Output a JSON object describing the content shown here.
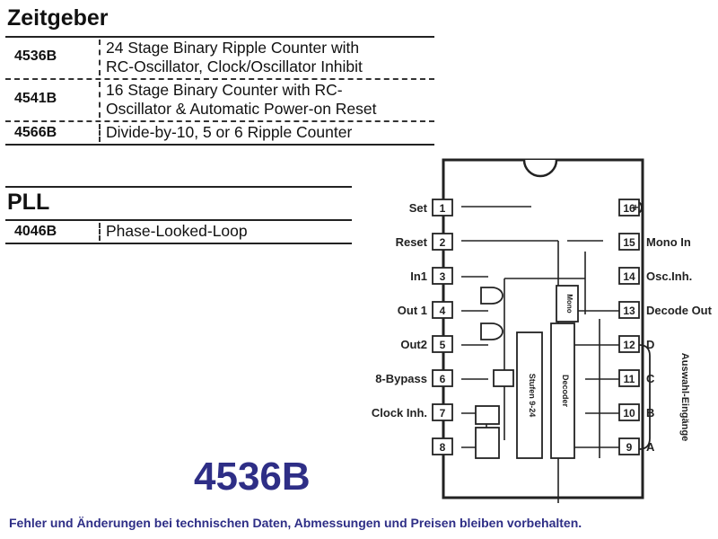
{
  "sections": {
    "zeitgeber": {
      "title": "Zeitgeber",
      "rows": [
        {
          "part": "4536B",
          "desc_line1": "24 Stage Binary Ripple Counter with",
          "desc_line2": "RC-Oscillator, Clock/Oscillator Inhibit"
        },
        {
          "part": "4541B",
          "desc_line1": "16 Stage Binary Counter with RC-",
          "desc_line2": "Oscillator & Automatic Power-on Reset"
        },
        {
          "part": "4566B",
          "desc_line1": "Divide-by-10, 5 or 6 Ripple Counter"
        }
      ]
    },
    "pll": {
      "title": "PLL",
      "rows": [
        {
          "part": "4046B",
          "desc_line1": "Phase-Looked-Loop"
        }
      ]
    }
  },
  "chip": {
    "left_pins": [
      {
        "num": "1",
        "label": "Set"
      },
      {
        "num": "2",
        "label": "Reset"
      },
      {
        "num": "3",
        "label": "In1"
      },
      {
        "num": "4",
        "label": "Out 1"
      },
      {
        "num": "5",
        "label": "Out2"
      },
      {
        "num": "6",
        "label": "8-Bypass"
      },
      {
        "num": "7",
        "label": "Clock Inh."
      },
      {
        "num": "8",
        "label": ""
      }
    ],
    "right_pins": [
      {
        "num": "16",
        "label": "+"
      },
      {
        "num": "15",
        "label": "Mono In"
      },
      {
        "num": "14",
        "label": "Osc.Inh."
      },
      {
        "num": "13",
        "label": "Decode Out"
      },
      {
        "num": "12",
        "label": "D"
      },
      {
        "num": "11",
        "label": "C"
      },
      {
        "num": "10",
        "label": "B"
      },
      {
        "num": "9",
        "label": "A"
      }
    ],
    "block_labels": {
      "mono": "Mono",
      "stages": "Stufen 9-24",
      "decoder": "Decoder",
      "auswahl": "Auswahl-Eingänge"
    }
  },
  "big_part": "4536B",
  "footer": "Fehler und Änderungen bei technischen Daten, Abmessungen und Preisen bleiben vorbehalten.",
  "colors": {
    "accent": "#2e2e86",
    "text": "#111111"
  }
}
